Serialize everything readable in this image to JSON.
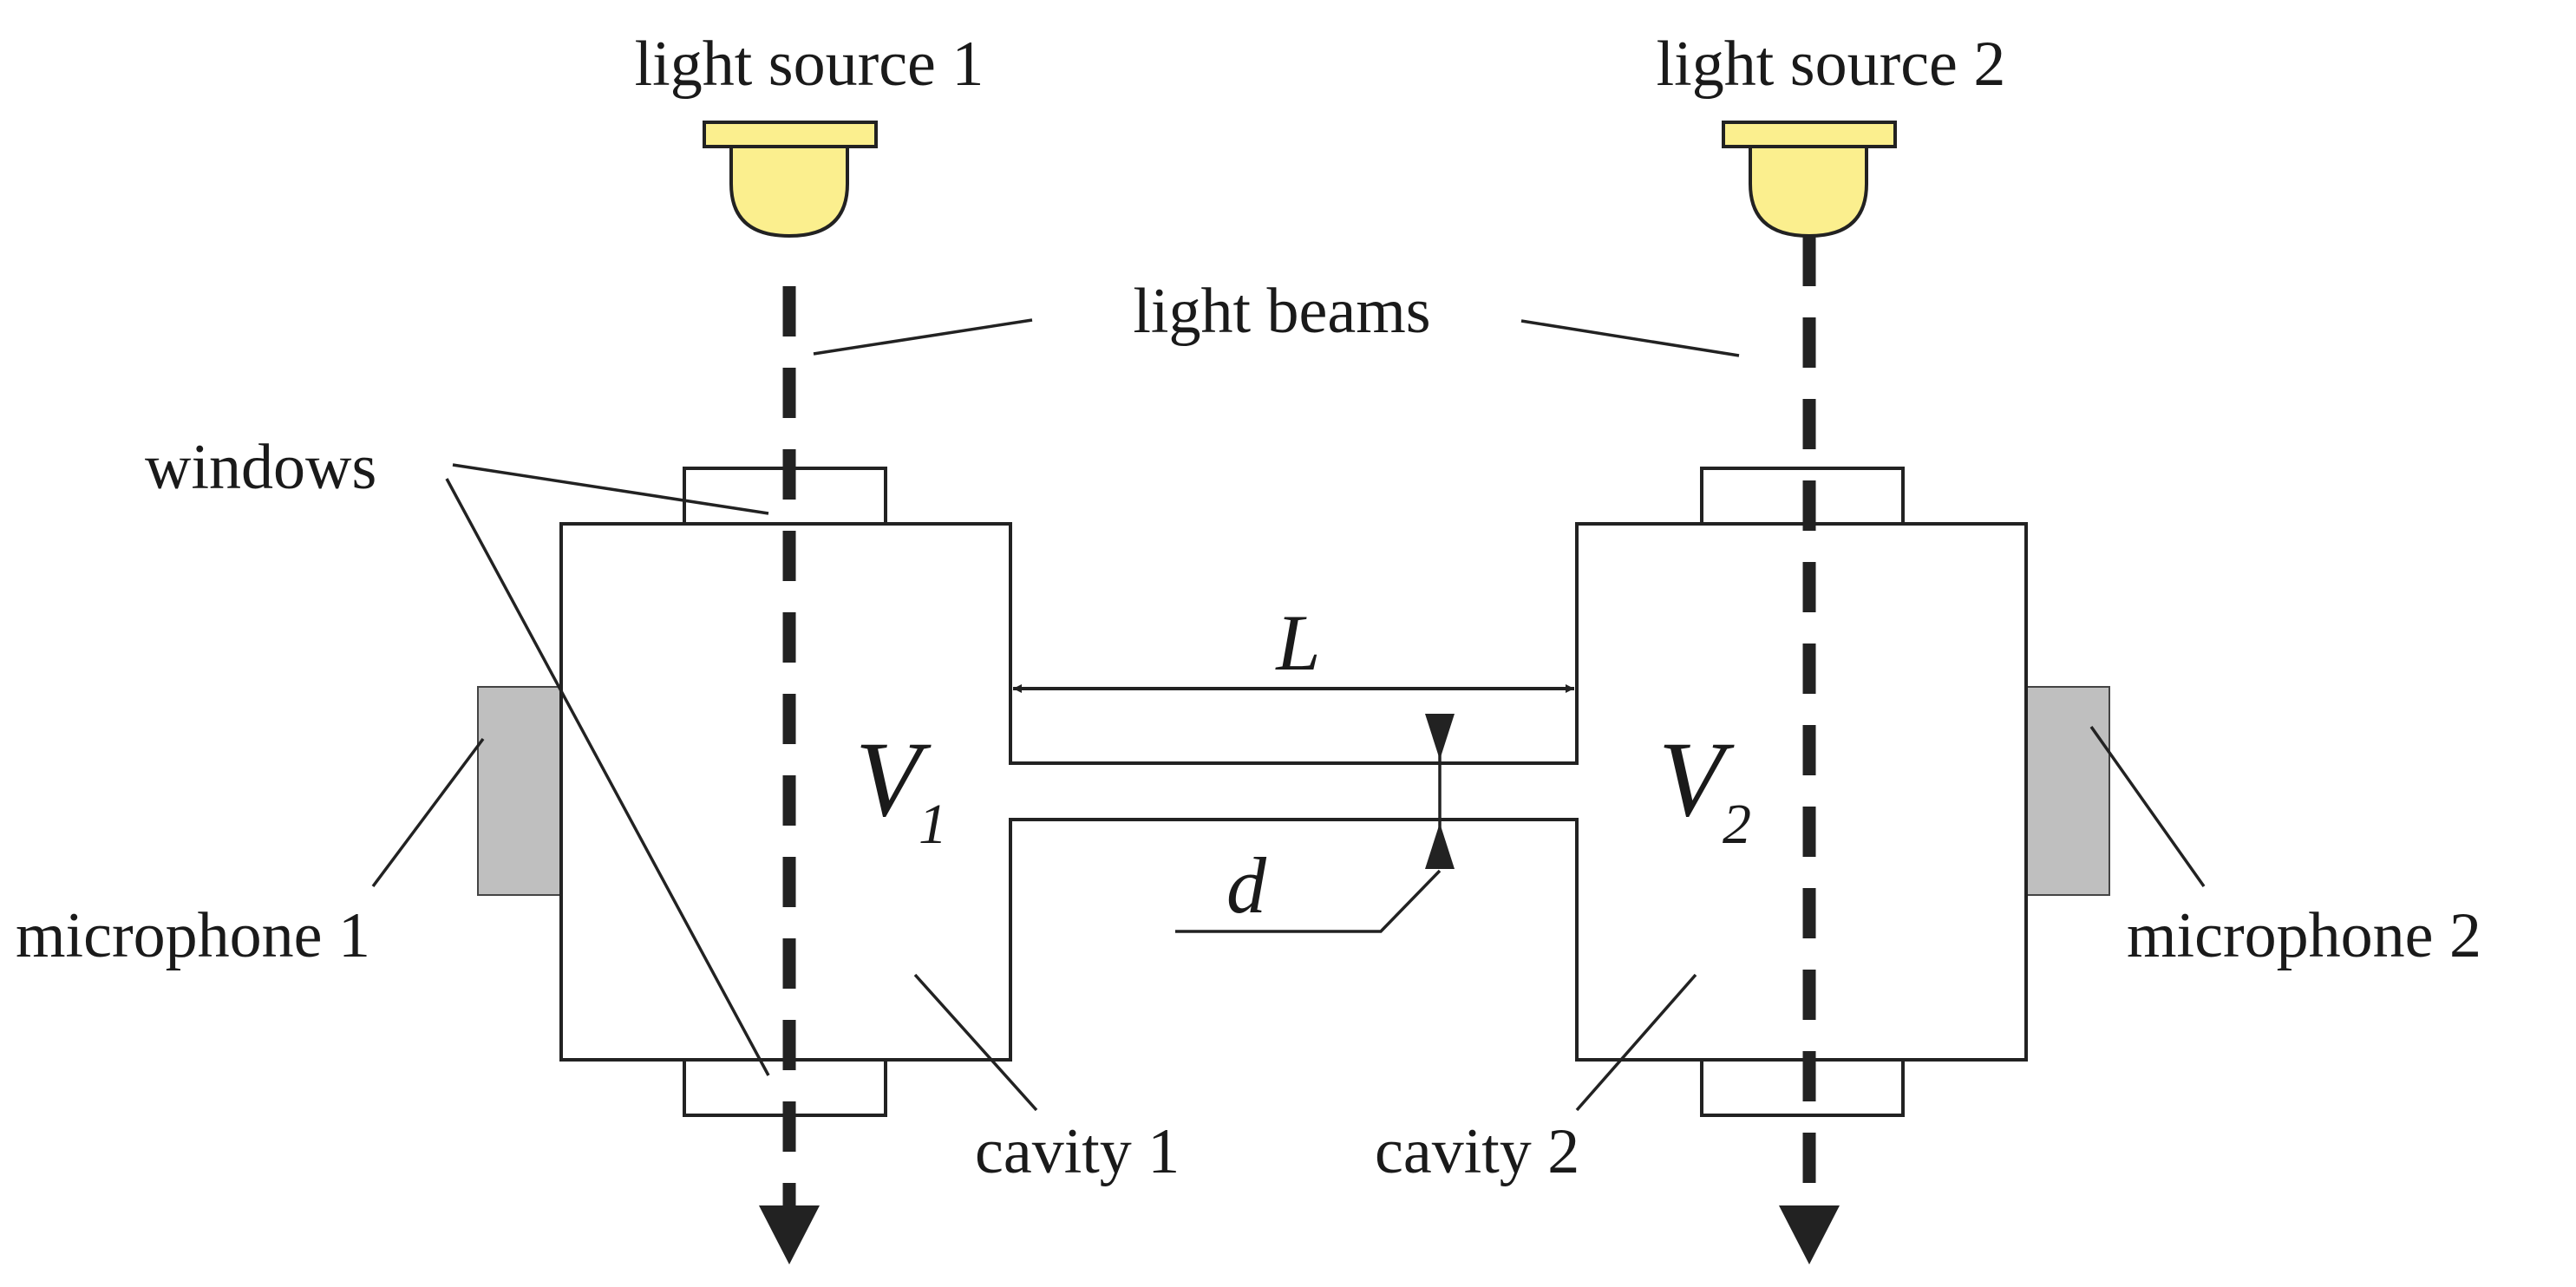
{
  "labels": {
    "light_source_1": "light source 1",
    "light_source_2": "light source 2",
    "light_beams": "light beams",
    "windows": "windows",
    "microphone_1": "microphone 1",
    "microphone_2": "microphone 2",
    "cavity_1": "cavity 1",
    "cavity_2": "cavity 2"
  },
  "symbols": {
    "length": "L",
    "diameter": "d",
    "volume_1_base": "V",
    "volume_1_sub": "1",
    "volume_2_base": "V",
    "volume_2_sub": "2"
  },
  "colors": {
    "light_source_fill": "#FBEF8E",
    "microphone_fill": "#BFBFBF",
    "line": "#222222"
  }
}
